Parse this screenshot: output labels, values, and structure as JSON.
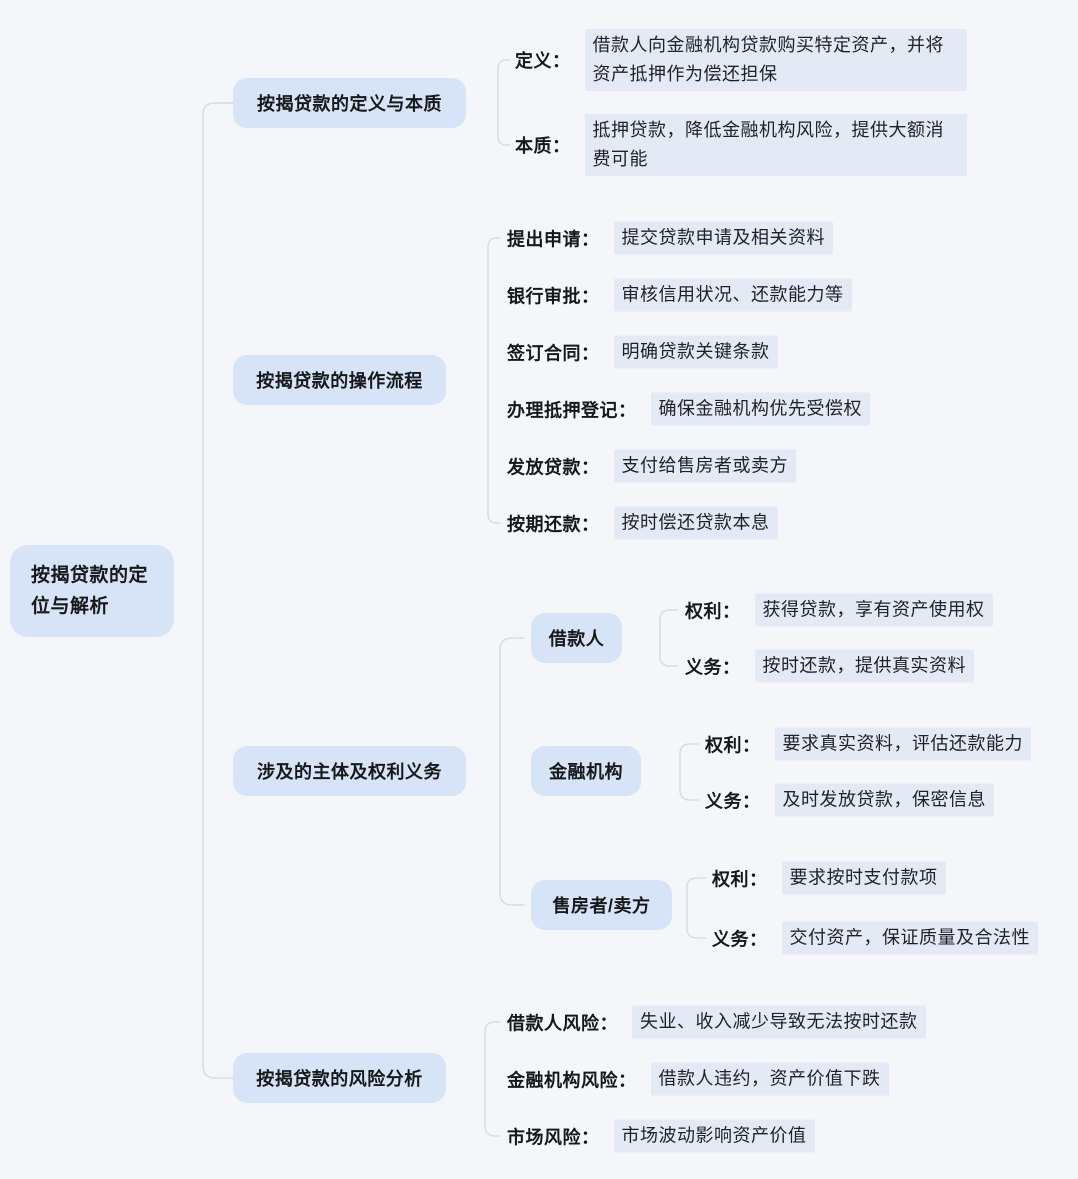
{
  "root": {
    "label": "按揭贷款的定位与解析"
  },
  "branches": [
    {
      "label": "按揭贷款的定义与本质",
      "children": [
        {
          "label": "定义：",
          "desc": "借款人向金融机构贷款购买特定资产，并将资产抵押作为偿还担保"
        },
        {
          "label": "本质：",
          "desc": "抵押贷款，降低金融机构风险，提供大额消费可能"
        }
      ]
    },
    {
      "label": "按揭贷款的操作流程",
      "children": [
        {
          "label": "提出申请：",
          "desc": "提交贷款申请及相关资料"
        },
        {
          "label": "银行审批：",
          "desc": "审核信用状况、还款能力等"
        },
        {
          "label": "签订合同：",
          "desc": "明确贷款关键条款"
        },
        {
          "label": "办理抵押登记：",
          "desc": "确保金融机构优先受偿权"
        },
        {
          "label": "发放贷款：",
          "desc": "支付给售房者或卖方"
        },
        {
          "label": "按期还款：",
          "desc": "按时偿还贷款本息"
        }
      ]
    },
    {
      "label": "涉及的主体及权利义务",
      "subjects": [
        {
          "label": "借款人",
          "children": [
            {
              "label": "权利：",
              "desc": "获得贷款，享有资产使用权"
            },
            {
              "label": "义务：",
              "desc": "按时还款，提供真实资料"
            }
          ]
        },
        {
          "label": "金融机构",
          "children": [
            {
              "label": "权利：",
              "desc": "要求真实资料，评估还款能力"
            },
            {
              "label": "义务：",
              "desc": "及时发放贷款，保密信息"
            }
          ]
        },
        {
          "label": "售房者/卖方",
          "children": [
            {
              "label": "权利：",
              "desc": "要求按时支付款项"
            },
            {
              "label": "义务：",
              "desc": "交付资产，保证质量及合法性"
            }
          ]
        }
      ]
    },
    {
      "label": "按揭贷款的风险分析",
      "children": [
        {
          "label": "借款人风险：",
          "desc": "失业、收入减少导致无法按时还款"
        },
        {
          "label": "金融机构风险：",
          "desc": "借款人违约，资产价值下跌"
        },
        {
          "label": "市场风险：",
          "desc": "市场波动影响资产价值"
        }
      ]
    }
  ],
  "colors": {
    "background": "#f4f6f9",
    "node_fill": "#d7e4f8",
    "highlight_fill": "#e4e9f6",
    "connector": "#d9dce3",
    "text": "#17181a"
  }
}
